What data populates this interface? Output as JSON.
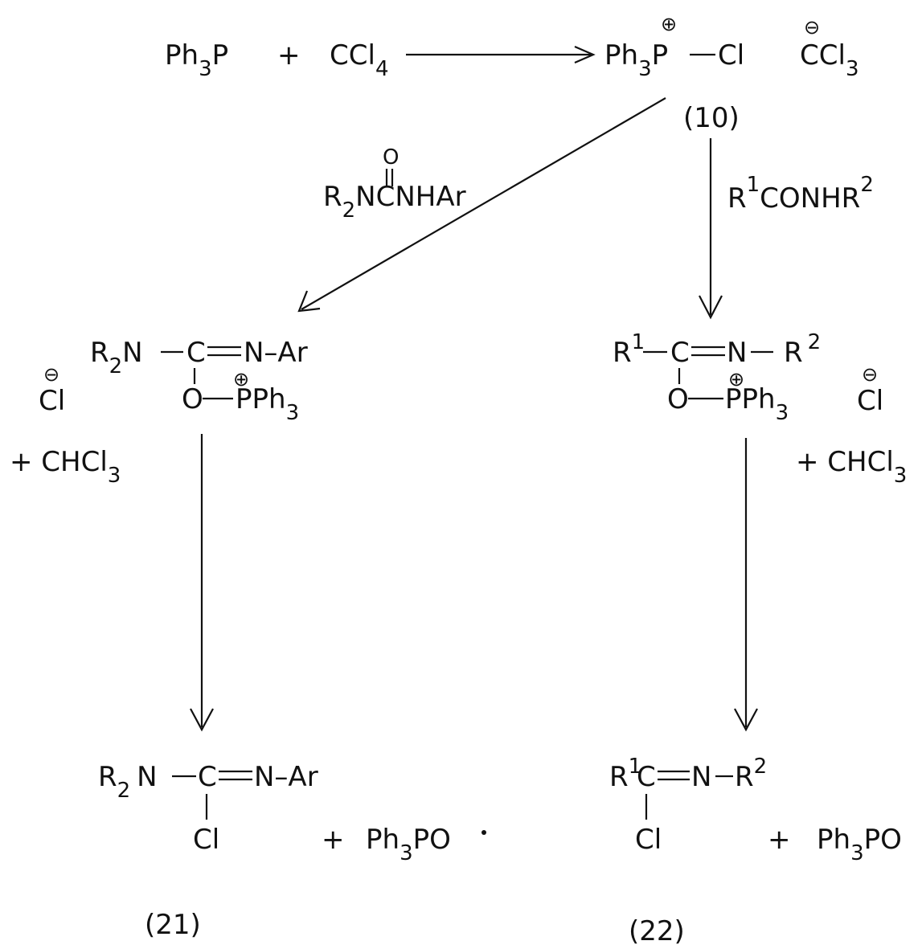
{
  "reaction1": {
    "reagent_a": "Ph",
    "reagent_a_sub": "3",
    "reagent_a_tail": "P",
    "plus": "+",
    "reagent_b": "CCl",
    "reagent_b_sub": "4",
    "product_prefix": "Ph",
    "product_prefix_sub": "3",
    "product_p": "P",
    "product_cl": "Cl",
    "anion": "CCl",
    "anion_sub": "3",
    "label": "(10)"
  },
  "left_branch": {
    "reagent_oxygen": "O",
    "reagent_prefix": "R",
    "reagent_prefix_sub": "2",
    "reagent_tail": "NCNHAr",
    "intermediate_r2n": "N",
    "intermediate_r": "R",
    "intermediate_r_sub": "2",
    "intermediate_c": "C",
    "intermediate_nar": "N–Ar",
    "intermediate_o": "O",
    "intermediate_pph": "PPh",
    "intermediate_pph_sub": "3",
    "chloride": "Cl",
    "byproduct": "+ CHCl",
    "byproduct_sub": "3",
    "product_r": "R",
    "product_r_sub": "2",
    "product_n": "N",
    "product_c": "C",
    "product_nar": "N–Ar",
    "product_cl": "Cl",
    "coproduct_plus": "+",
    "coproduct": "Ph",
    "coproduct_sub": "3",
    "coproduct_tail": "PO",
    "label": "(21)"
  },
  "right_branch": {
    "reagent_r": "R",
    "reagent_r_sup": "1",
    "reagent_mid": "CONHR",
    "reagent_r2_sup": "2",
    "intermediate_r": "R",
    "intermediate_r_sup": "1",
    "intermediate_c": "C",
    "intermediate_n": "N",
    "intermediate_r2": "R",
    "intermediate_r2_sup": "2",
    "intermediate_o": "O",
    "intermediate_pph": "PPh",
    "intermediate_pph_sub": "3",
    "chloride": "Cl",
    "byproduct": "+ CHCl",
    "byproduct_sub": "3",
    "product_r": "R",
    "product_r_sup": "1",
    "product_c": "C",
    "product_n": "N",
    "product_r2": "R",
    "product_r2_sup": "2",
    "product_cl": "Cl",
    "coproduct_plus": "+",
    "coproduct": "Ph",
    "coproduct_sub": "3",
    "coproduct_tail": "PO",
    "label": "(22)"
  },
  "charges": {
    "plus": "⊕",
    "minus": "⊖"
  }
}
